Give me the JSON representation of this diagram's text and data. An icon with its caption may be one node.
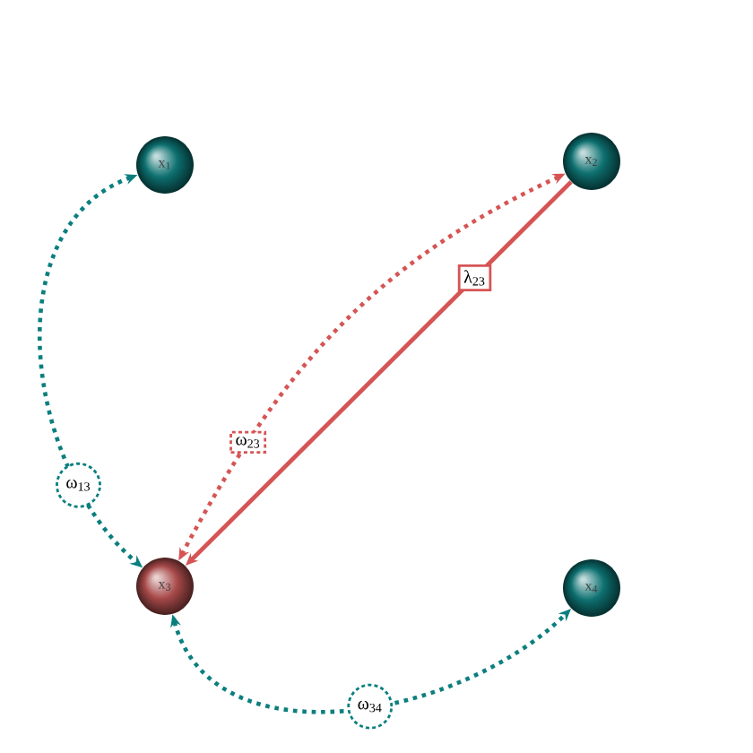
{
  "diagram": {
    "nodes": [
      {
        "text": [
          "x$_{1}$"
        ]
      },
      {
        "text": [
          "x$_{2}$"
        ]
      },
      {
        "text": [
          "x$_{3}$"
        ]
      },
      {
        "text": [
          "x$_{4}$"
        ]
      }
    ],
    "edges": [
      {
        "from": 0,
        "to": 2,
        "arrow": "both",
        "label": "ω$_{13}$",
        "style": "dashed",
        "color": "#0b7f7f"
      },
      {
        "from": 1,
        "to": 2,
        "arrow": "both",
        "label": "ω$_{23}$",
        "style": "dashed",
        "color": "#d65454"
      },
      {
        "from": 1,
        "to": 2,
        "arrow": "to",
        "label": "λ$_{23}$",
        "color": "#d65454"
      },
      {
        "from": 2,
        "to": 3,
        "arrow": "both",
        "label": "ω$_{34}$",
        "style": "dashed",
        "color": "#0b7f7f"
      }
    ]
  }
}
